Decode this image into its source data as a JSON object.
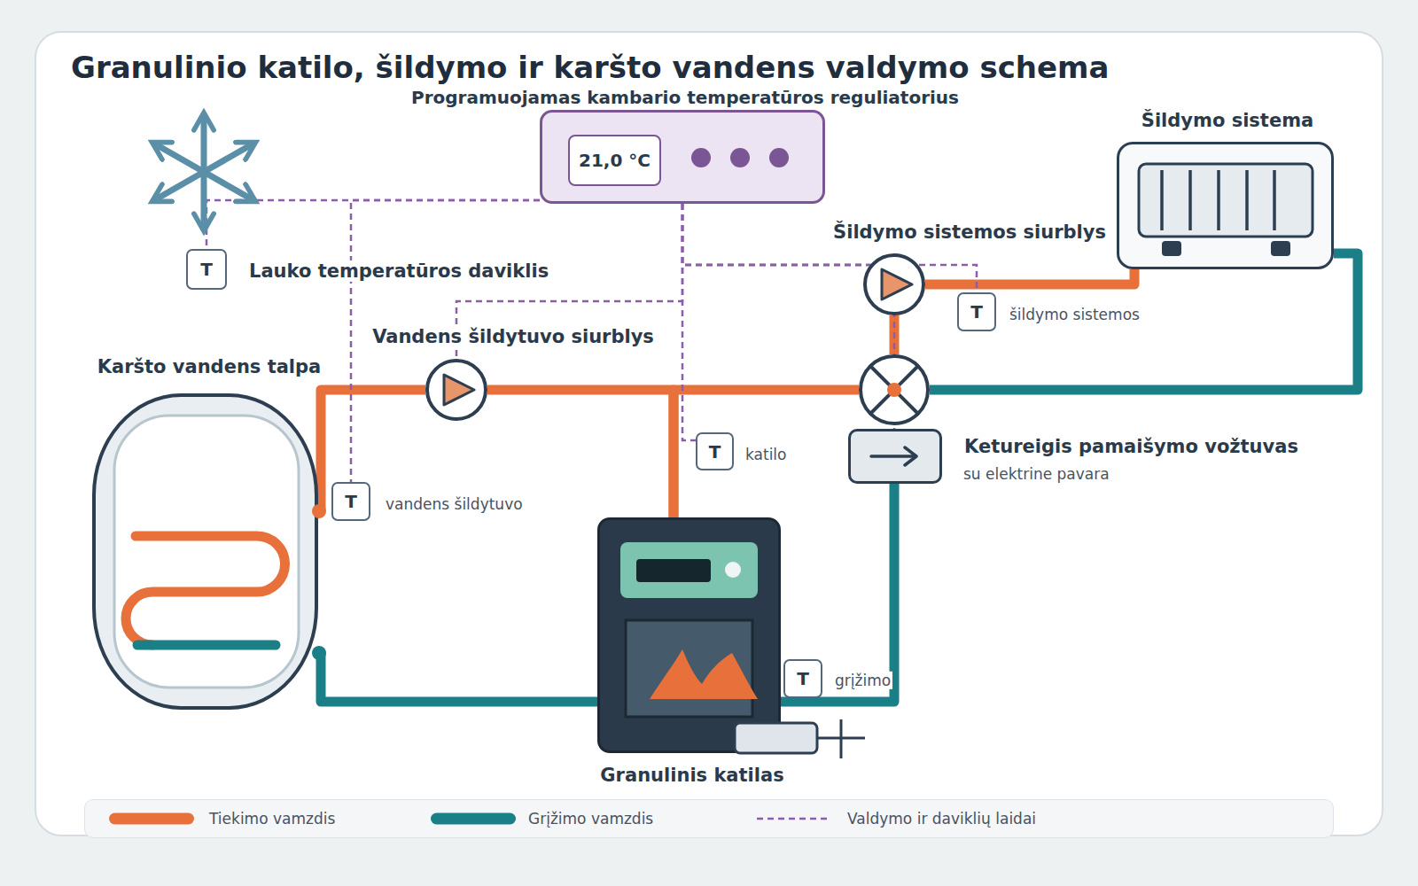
{
  "diagram": {
    "title": "Granulinio katilo, šildymo ir karšto vandens valdymo schema",
    "nodes": [
      {
        "text": [
          "Programuojamas kambario temperatūros reguliatorius"
        ]
      },
      {
        "text": [
          "21,0 °C"
        ],
        "in": 0
      },
      {
        "text": [
          "Šildymo sistema"
        ]
      },
      {
        "text": [
          "Šildymo sistemos siurblys"
        ]
      },
      {
        "text": [
          "T",
          "Lauko temperatūros daviklis"
        ]
      },
      {
        "text": [
          "T",
          "šildymo sistemos"
        ]
      },
      {
        "text": [
          "Vandens šildytuvo siurblys"
        ]
      },
      {
        "text": [
          "Karšto vandens talpa"
        ]
      },
      {
        "text": [
          "Ketureigis pamaišymo vožtuvas",
          "su elektrine pavara"
        ]
      },
      {
        "text": [
          "T",
          "katilo"
        ]
      },
      {
        "text": [
          "T",
          "vandens šildytuvo"
        ]
      },
      {
        "text": [
          "Granulinis katilas"
        ]
      },
      {
        "text": [
          "T",
          "grįžimo"
        ]
      }
    ],
    "edges": [
      {
        "from": 11,
        "to": 6,
        "arrow": "none"
      },
      {
        "from": 6,
        "to": 7,
        "arrow": "none"
      },
      {
        "from": 11,
        "to": 8,
        "arrow": "none"
      },
      {
        "from": 8,
        "to": 3,
        "arrow": "none"
      },
      {
        "from": 3,
        "to": 2,
        "arrow": "none"
      },
      {
        "from": 2,
        "to": 8,
        "arrow": "none"
      },
      {
        "from": 8,
        "to": 11,
        "arrow": "none"
      },
      {
        "from": 7,
        "to": 11,
        "arrow": "none"
      },
      {
        "from": 0,
        "to": 4,
        "arrow": "none"
      },
      {
        "from": 0,
        "to": 10,
        "arrow": "none"
      },
      {
        "from": 0,
        "to": 6,
        "arrow": "none"
      },
      {
        "from": 0,
        "to": 9,
        "arrow": "none"
      },
      {
        "from": 0,
        "to": 5,
        "arrow": "none"
      },
      {
        "from": 0,
        "to": 3,
        "arrow": "none"
      },
      {
        "from": 0,
        "to": 8,
        "arrow": "none"
      }
    ],
    "legend": [
      {
        "text": "Tiekimo vamzdis",
        "color": "#e8703a"
      },
      {
        "text": "Grįžimo vamzdis",
        "color": "#1a7f86"
      },
      {
        "text": "Valdymo ir daviklių laidai"
      }
    ]
  }
}
